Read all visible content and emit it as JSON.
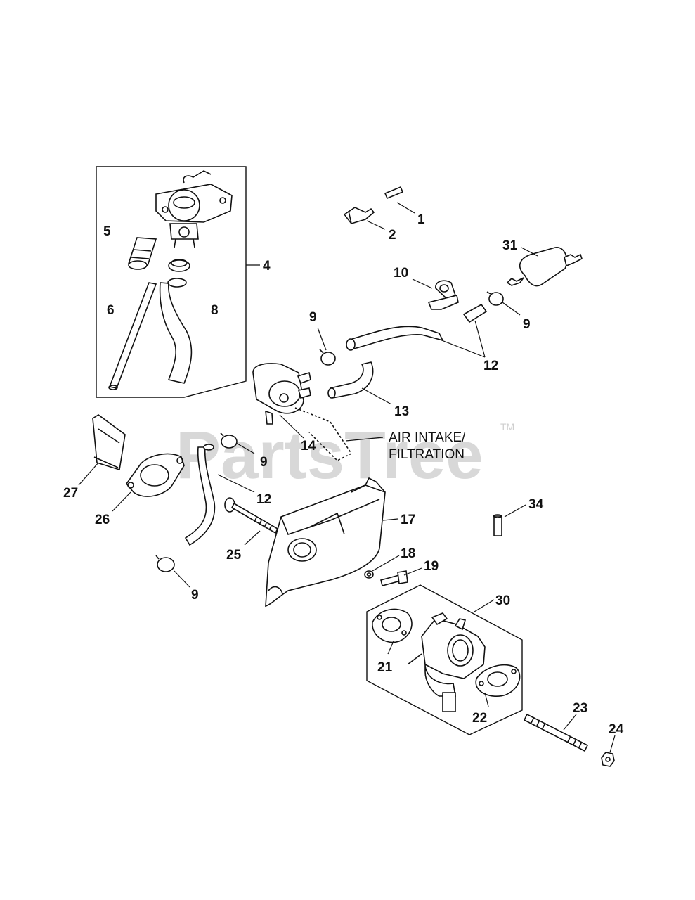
{
  "watermark": {
    "text": "PartsTree",
    "tm": "TM"
  },
  "reference_text": {
    "line1": "AIR INTAKE/",
    "line2": "FILTRATION"
  },
  "callouts": {
    "c1": "1",
    "c2": "2",
    "c4": "4",
    "c5": "5",
    "c6": "6",
    "c8": "8",
    "c9a": "9",
    "c9b": "9",
    "c9c": "9",
    "c9d": "9",
    "c10": "10",
    "c12a": "12",
    "c12b": "12",
    "c13": "13",
    "c14": "14",
    "c17": "17",
    "c18": "18",
    "c19": "19",
    "c21": "21",
    "c22": "22",
    "c23": "23",
    "c24": "24",
    "c25": "25",
    "c26": "26",
    "c27": "27",
    "c30": "30",
    "c31": "31",
    "c34": "34"
  }
}
